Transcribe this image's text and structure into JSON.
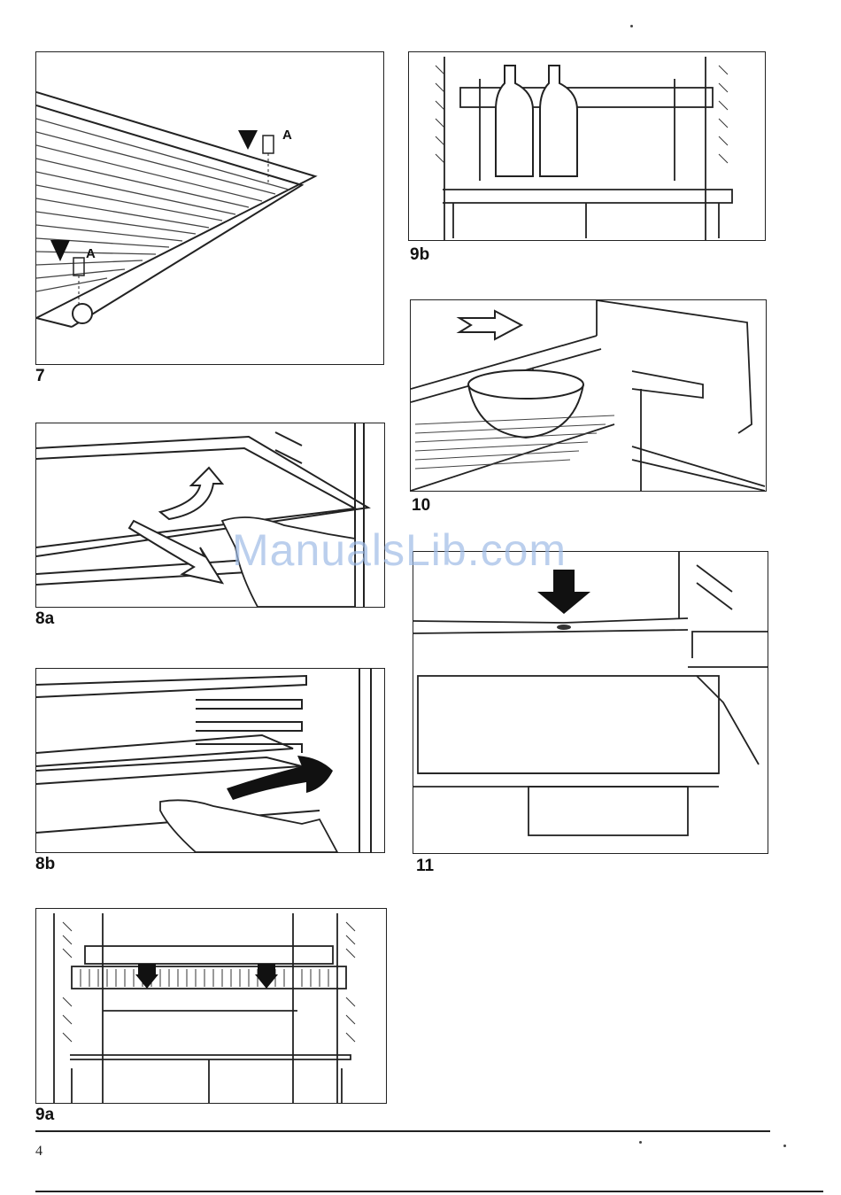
{
  "figures": {
    "fig7": {
      "caption": "7",
      "label_a1": "A",
      "label_a2": "A"
    },
    "fig8a": {
      "caption": "8a"
    },
    "fig8b": {
      "caption": "8b"
    },
    "fig9a": {
      "caption": "9a"
    },
    "fig9b": {
      "caption": "9b"
    },
    "fig10": {
      "caption": "10"
    },
    "fig11": {
      "caption": "11"
    }
  },
  "page": {
    "number": "4"
  },
  "watermark": {
    "text": "ManualsLib.com"
  }
}
